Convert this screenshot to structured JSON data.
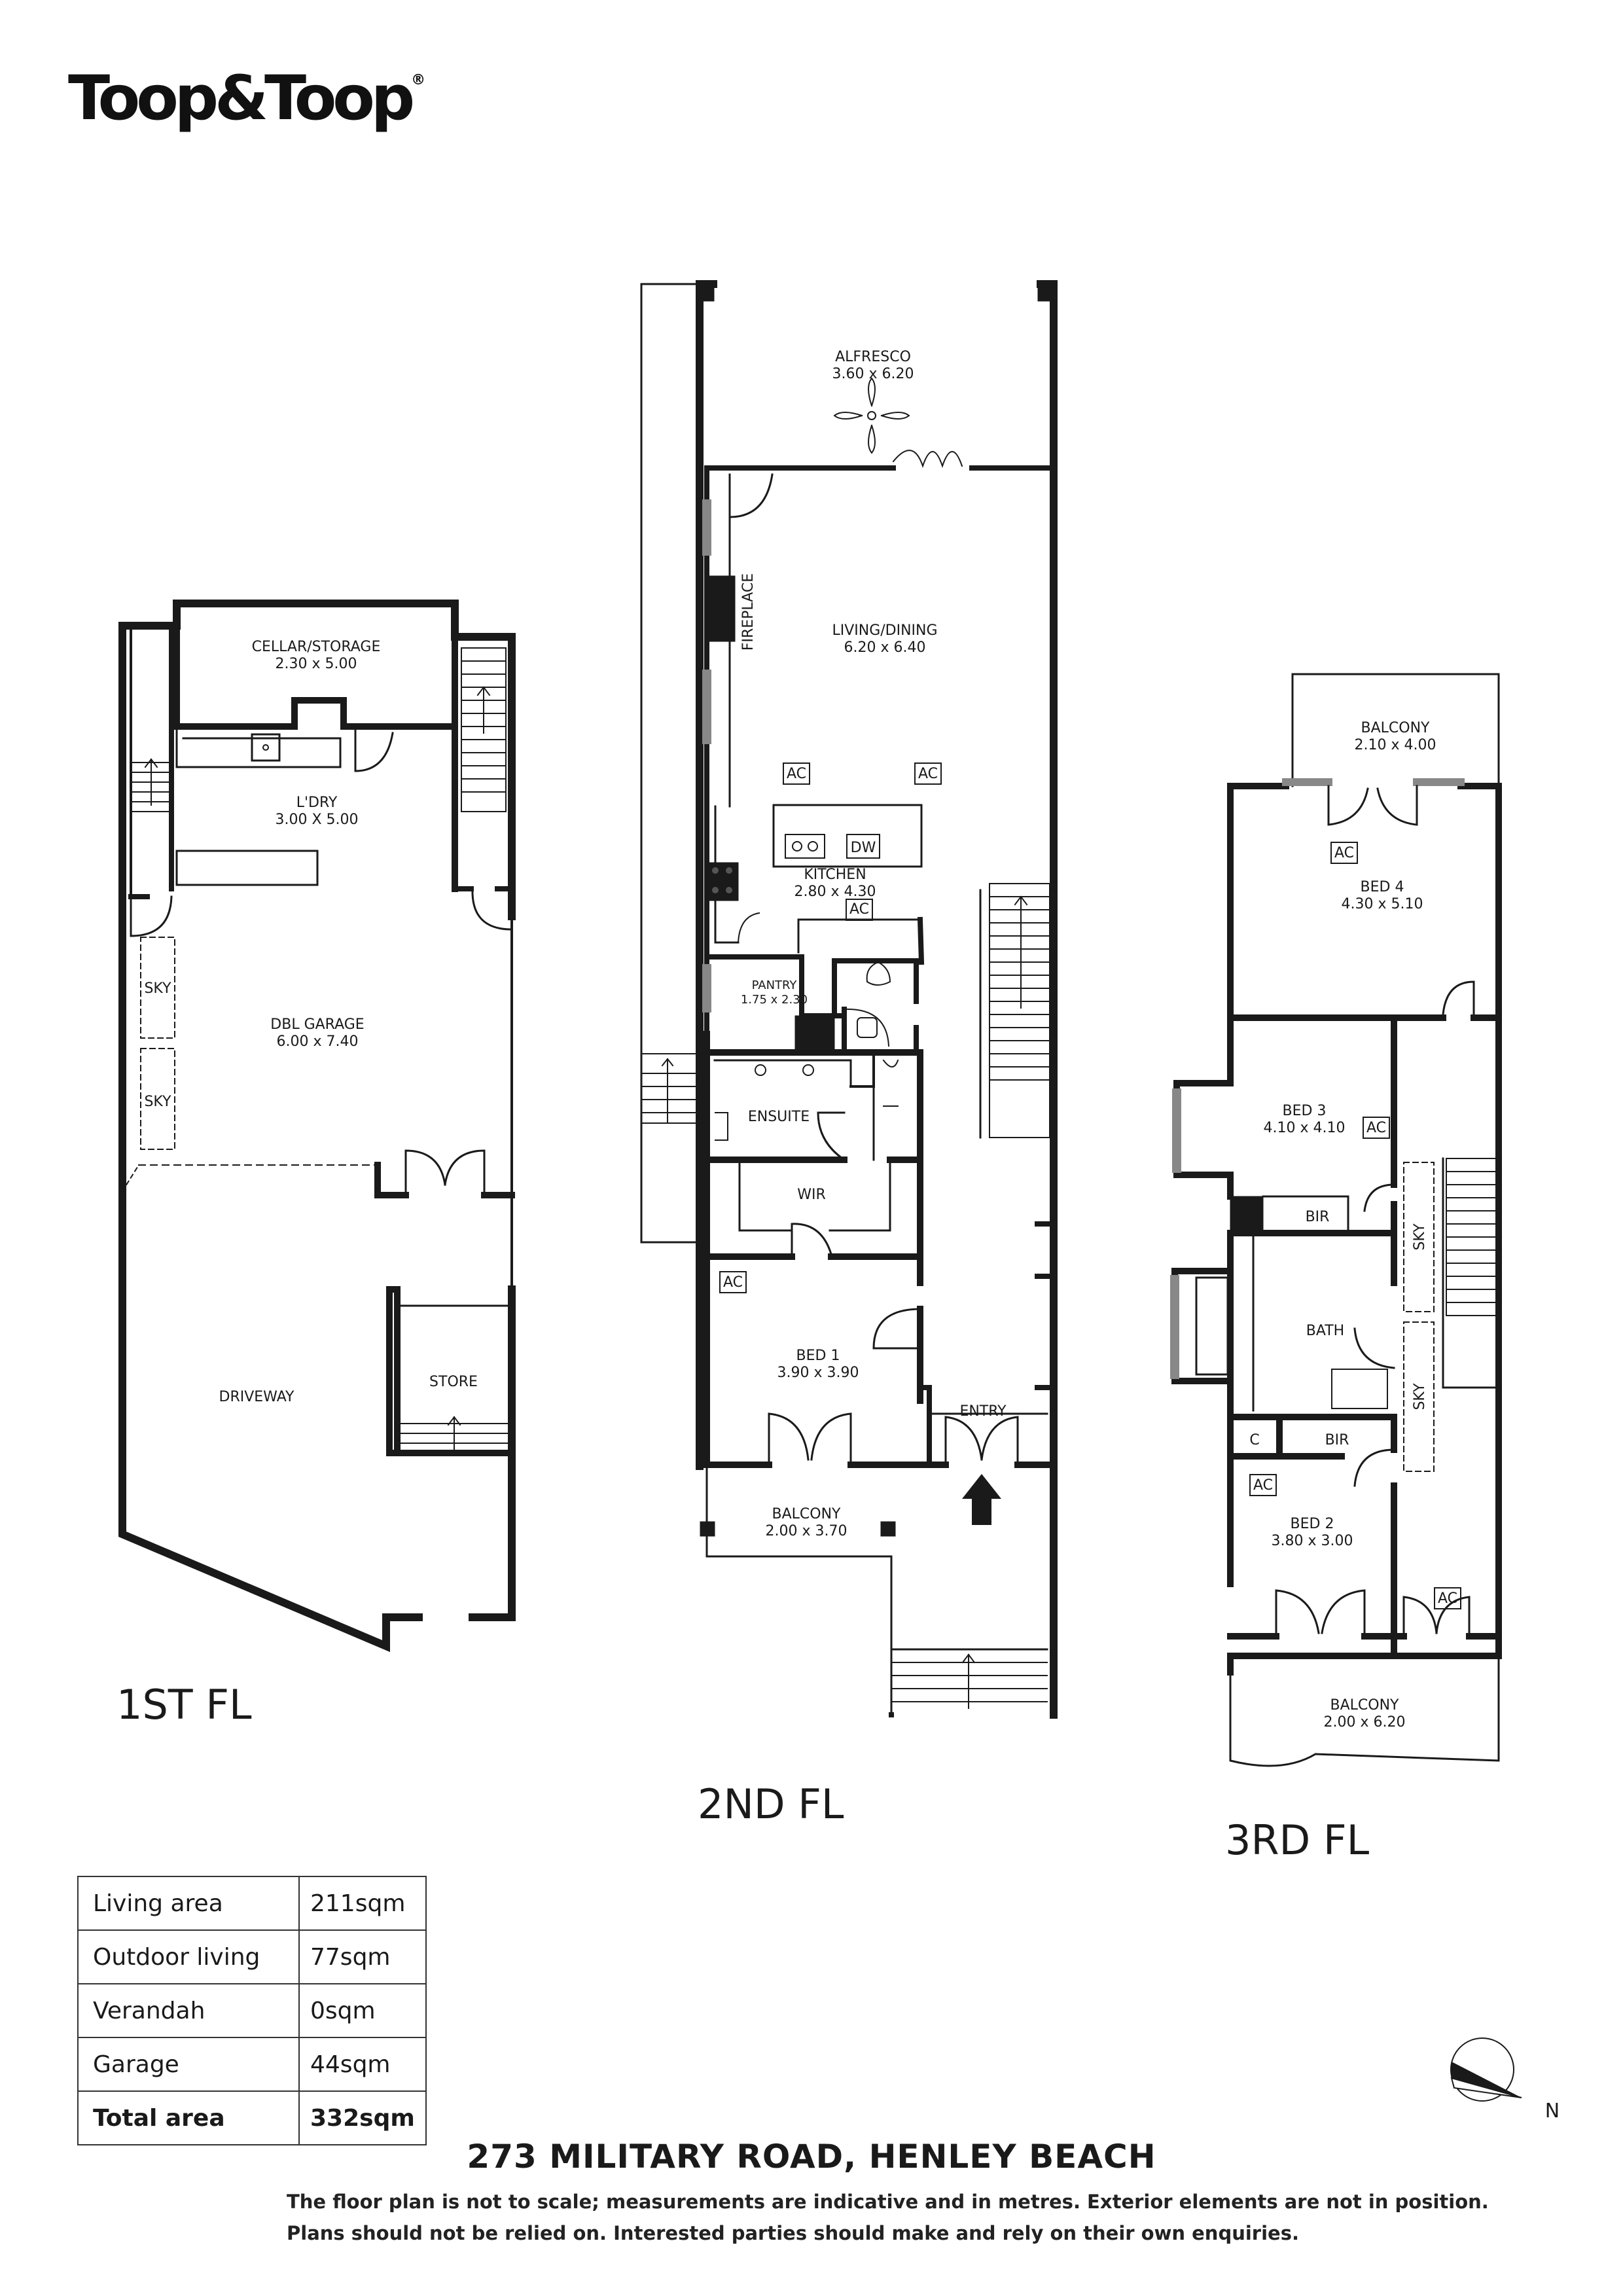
{
  "brand": {
    "logo_text": "Toop&Toop",
    "registered_mark": "®"
  },
  "floors": {
    "first": {
      "label": "1ST FL",
      "rooms": {
        "cellar": {
          "name": "CELLAR/STORAGE",
          "dims": "2.30 x 5.00"
        },
        "laundry": {
          "name": "L'DRY",
          "dims": "3.00 X 5.00"
        },
        "garage": {
          "name": "DBL GARAGE",
          "dims": "6.00 x 7.40"
        },
        "sky1": {
          "name": "SKY"
        },
        "sky2": {
          "name": "SKY"
        },
        "driveway": {
          "name": "DRIVEWAY"
        },
        "store": {
          "name": "STORE"
        }
      }
    },
    "second": {
      "label": "2ND FL",
      "rooms": {
        "alfresco": {
          "name": "ALFRESCO",
          "dims": "3.60 x 6.20"
        },
        "fireplace": {
          "name": "FIREPLACE"
        },
        "living": {
          "name": "LIVING/DINING",
          "dims": "6.20 x 6.40"
        },
        "ac1": {
          "name": "AC"
        },
        "ac2": {
          "name": "AC"
        },
        "dw": {
          "name": "DW"
        },
        "kitchen": {
          "name": "KITCHEN",
          "dims": "2.80 x 4.30"
        },
        "ac3": {
          "name": "AC"
        },
        "pantry": {
          "name": "PANTRY",
          "dims": "1.75 x 2.30"
        },
        "ensuite": {
          "name": "ENSUITE"
        },
        "wir": {
          "name": "WIR"
        },
        "ac4": {
          "name": "AC"
        },
        "bed1": {
          "name": "BED 1",
          "dims": "3.90 x 3.90"
        },
        "entry": {
          "name": "ENTRY"
        },
        "balcony": {
          "name": "BALCONY",
          "dims": "2.00 x 3.70"
        }
      }
    },
    "third": {
      "label": "3RD FL",
      "rooms": {
        "balcony_top": {
          "name": "BALCONY",
          "dims": "2.10 x 4.00"
        },
        "ac1": {
          "name": "AC"
        },
        "bed4": {
          "name": "BED 4",
          "dims": "4.30 x 5.10"
        },
        "bed3": {
          "name": "BED 3",
          "dims": "4.10 x 4.10"
        },
        "ac2": {
          "name": "AC"
        },
        "bir1": {
          "name": "BIR"
        },
        "sky1": {
          "name": "SKY"
        },
        "bath": {
          "name": "BATH"
        },
        "sky2": {
          "name": "SKY"
        },
        "c": {
          "name": "C"
        },
        "bir2": {
          "name": "BIR"
        },
        "ac3": {
          "name": "AC"
        },
        "bed2": {
          "name": "BED 2",
          "dims": "3.80 x 3.00"
        },
        "ac4": {
          "name": "AC"
        },
        "balcony_bottom": {
          "name": "BALCONY",
          "dims": "2.00 x 6.20"
        }
      }
    }
  },
  "area_table": {
    "rows": [
      {
        "label": "Living area",
        "value": "211sqm"
      },
      {
        "label": "Outdoor living",
        "value": "77sqm"
      },
      {
        "label": "Verandah",
        "value": "0sqm"
      },
      {
        "label": "Garage",
        "value": "44sqm"
      }
    ],
    "total": {
      "label": "Total area",
      "value": "332sqm"
    }
  },
  "compass": {
    "north_label": "N"
  },
  "address": "273 MILITARY ROAD, HENLEY BEACH",
  "disclaimer": {
    "line1": "The floor plan is not to scale; measurements are indicative and in metres. Exterior elements are not in position.",
    "line2": "Plans should not be relied on. Interested parties should make and rely on their own enquiries."
  }
}
